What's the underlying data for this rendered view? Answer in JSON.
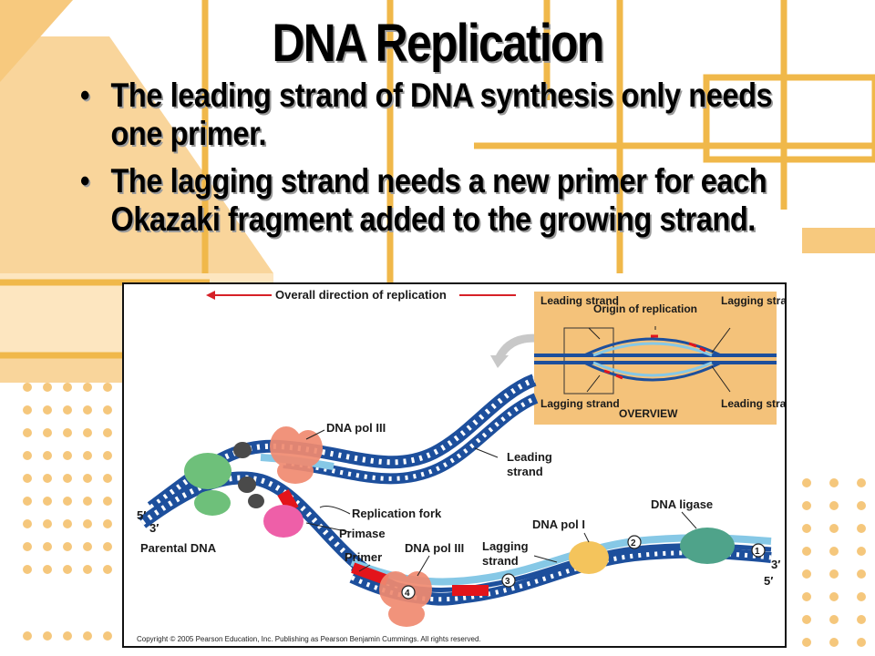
{
  "slide": {
    "title": "DNA Replication",
    "bullets": [
      "The leading strand of DNA synthesis only needs one primer.",
      "The lagging strand needs a new primer for each Okazaki fragment added to the growing strand."
    ]
  },
  "figure": {
    "direction_label": "Overall direction of replication",
    "overview": {
      "leading_strand_top": "Leading strand",
      "origin": "Origin of replication",
      "lagging_strand_top": "Lagging strand",
      "lagging_strand_bottom": "Lagging strand",
      "title": "OVERVIEW",
      "leading_strand_bottom": "Leading strand"
    },
    "labels": {
      "dna_pol_iii_top": "DNA pol III",
      "leading_strand": "Leading strand",
      "replication_fork": "Replication fork",
      "primase": "Primase",
      "five_prime_left": "5′",
      "three_prime_left": "3′",
      "parental_dna": "Parental DNA",
      "primer": "Primer",
      "dna_pol_iii_bottom": "DNA pol III",
      "lagging_strand": "Lagging strand",
      "dna_pol_i": "DNA pol I",
      "dna_ligase": "DNA ligase",
      "three_prime_right": "3′",
      "five_prime_right": "5′",
      "step_1": "1",
      "step_2": "2",
      "step_3": "3",
      "step_4": "4"
    },
    "copyright": "Copyright © 2005 Pearson Education, Inc. Publishing as Pearson Benjamin Cummings. All rights reserved."
  },
  "colors": {
    "background_orange": "#f7c97e",
    "line_orange": "#f0b84a",
    "dot_orange": "#f5c77c",
    "dna_blue": "#1d4f9c",
    "new_strand_cyan": "#86c8e6",
    "primer_red": "#e3141b",
    "pol_iii_salmon": "#f08a70",
    "overview_panel": "#f4c27a"
  }
}
